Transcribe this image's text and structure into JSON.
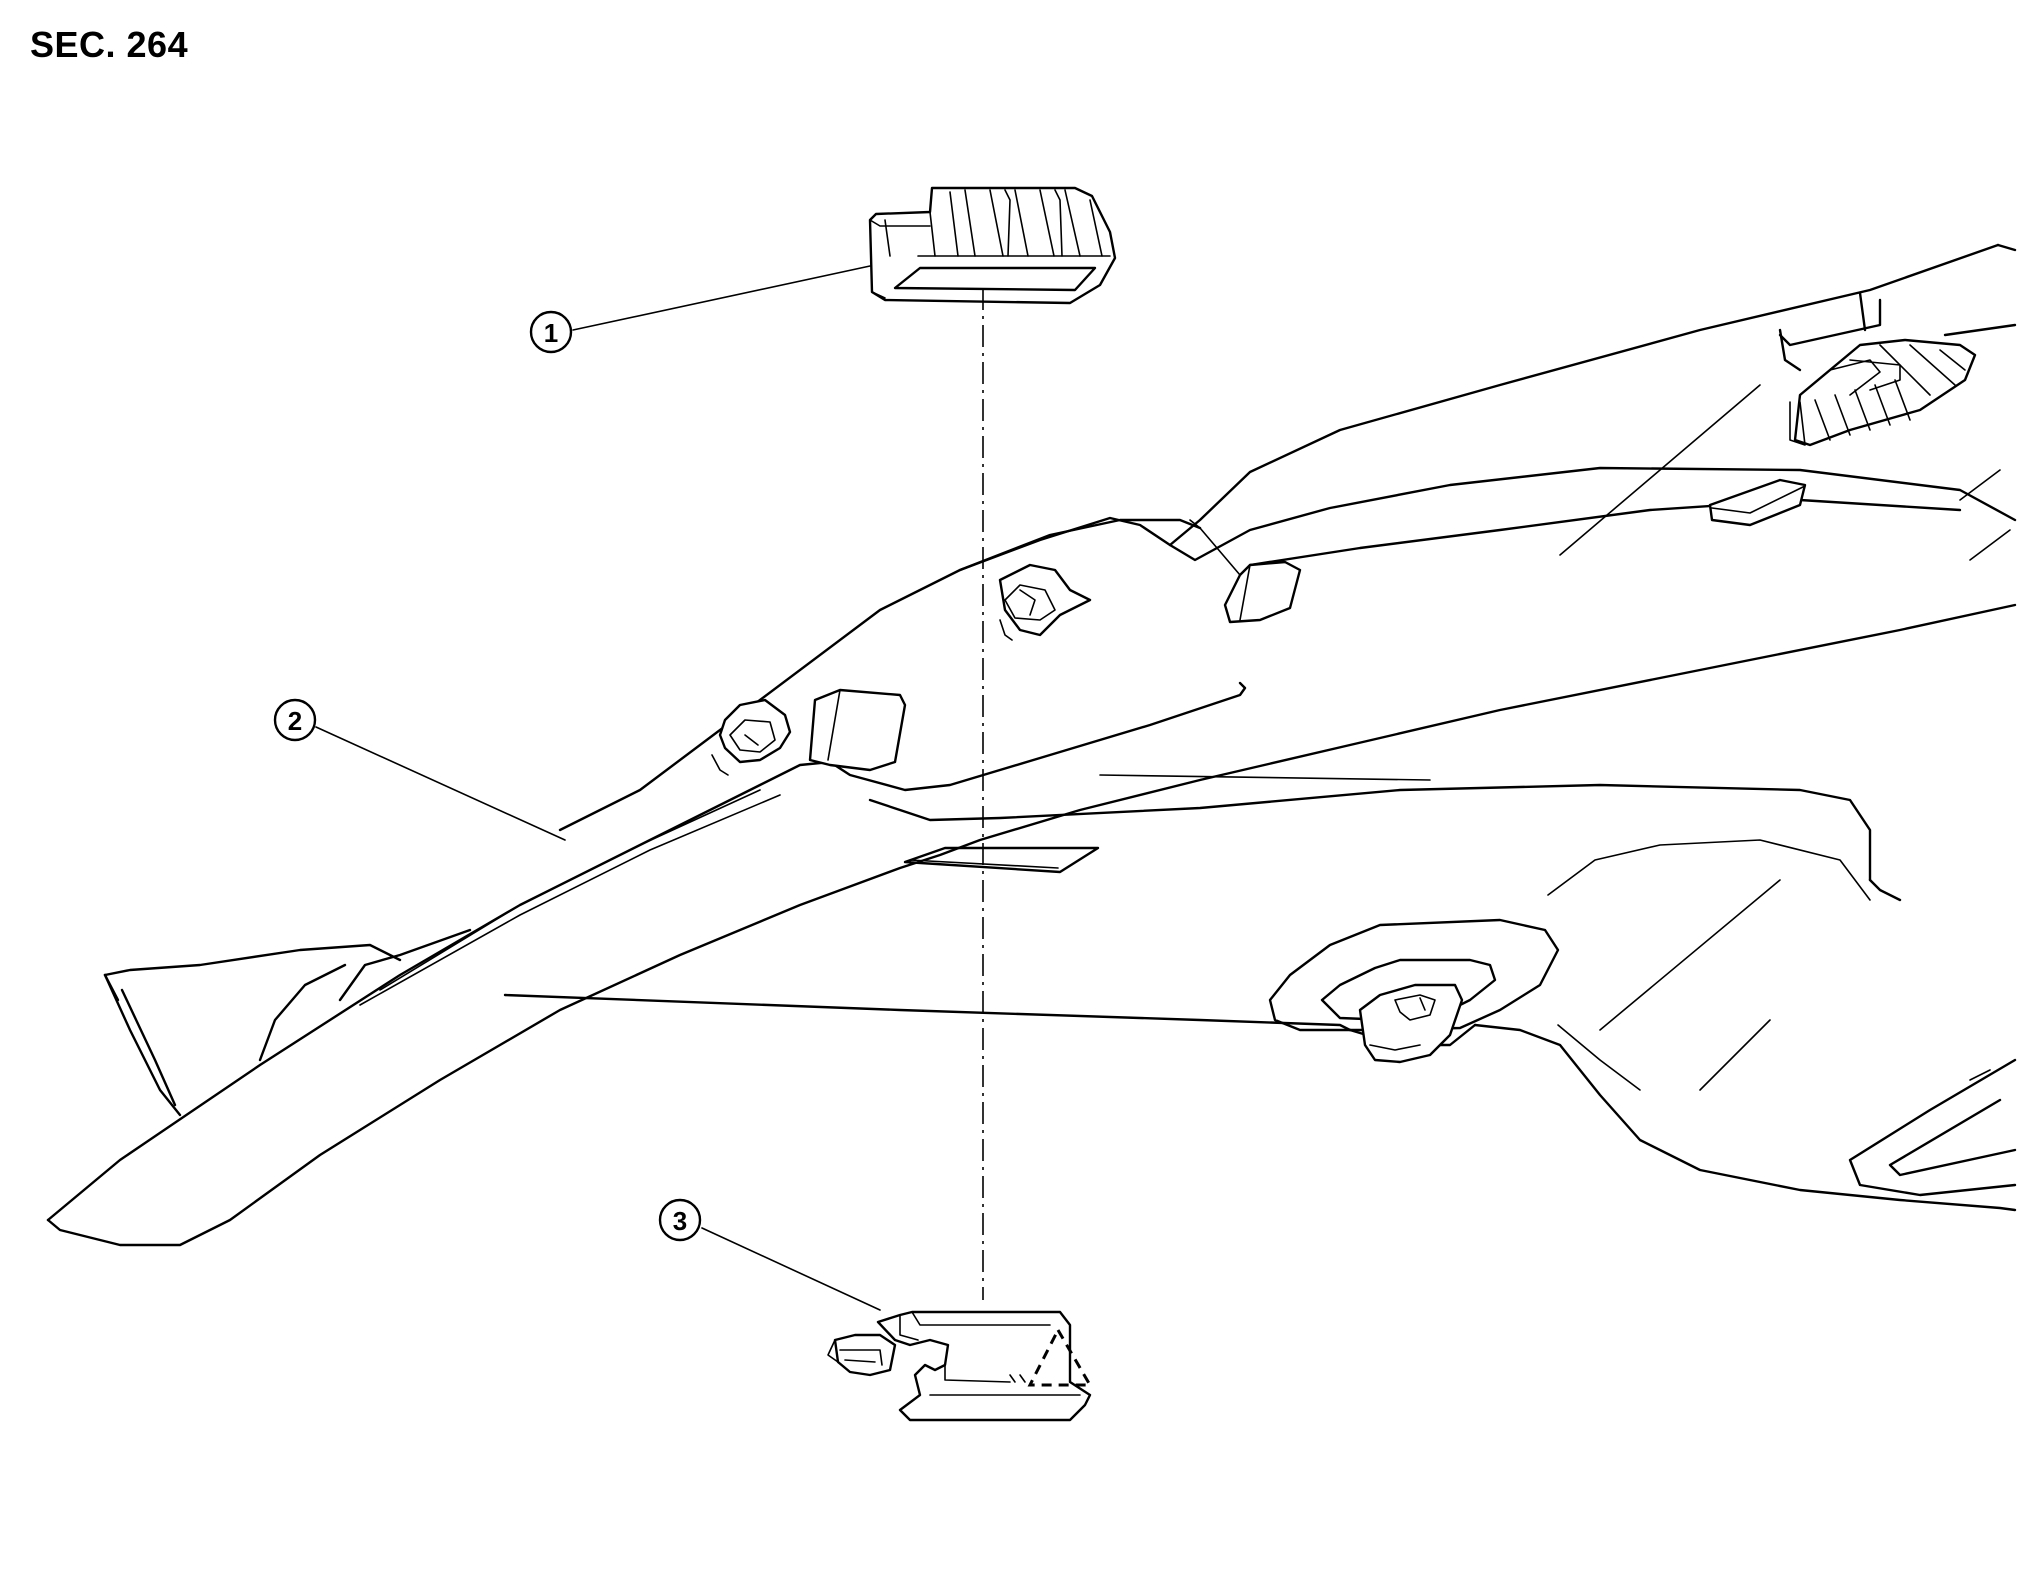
{
  "section_label": "SEC. 264",
  "callouts": [
    {
      "id": "1",
      "label": "①"
    },
    {
      "id": "2",
      "label": "②"
    },
    {
      "id": "3",
      "label": "③"
    }
  ],
  "colors": {
    "line": "#000000",
    "background": "#ffffff"
  }
}
